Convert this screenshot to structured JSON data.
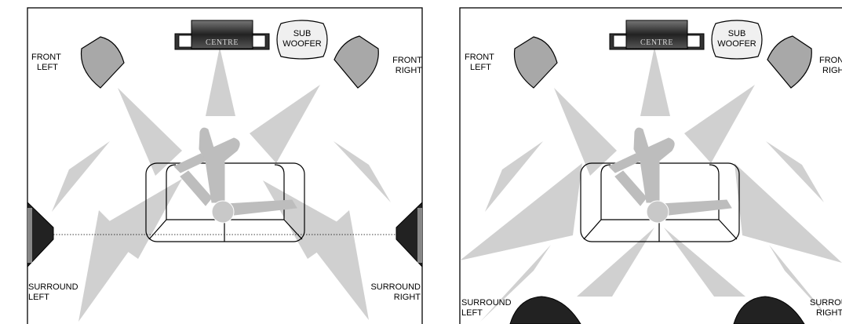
{
  "layouts": [
    {
      "labels": {
        "front_left": [
          "FRONT",
          "LEFT"
        ],
        "front_right": [
          "FRONT",
          "RIGHT"
        ],
        "centre": "CENTRE",
        "subwoofer": [
          "SUB",
          "WOOFER"
        ],
        "surround_left": [
          "SURROUND",
          "LEFT"
        ],
        "surround_right": [
          "SURROUND",
          "RIGHT"
        ]
      }
    },
    {
      "labels": {
        "front_left": [
          "FRONT",
          "LEFT"
        ],
        "front_right": [
          "FRONT",
          "RIGHT"
        ],
        "centre": "CENTRE",
        "subwoofer": [
          "SUB",
          "WOOFER"
        ],
        "surround_left": [
          "SURROUND",
          "LEFT"
        ],
        "surround_right": [
          "SURROUND",
          "RIGHT"
        ]
      }
    }
  ]
}
